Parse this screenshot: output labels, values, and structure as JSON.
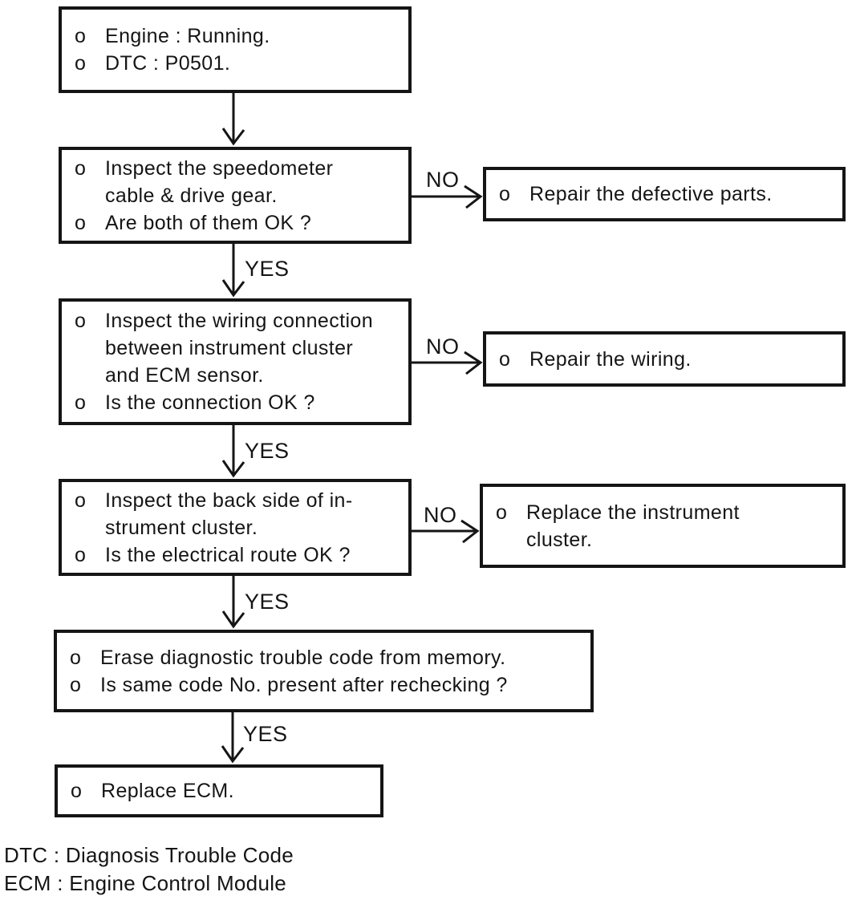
{
  "diagram": {
    "bullet": "o",
    "nodes": {
      "start": {
        "items": [
          {
            "lines": [
              "Engine : Running."
            ]
          },
          {
            "lines": [
              "DTC : P0501."
            ]
          }
        ]
      },
      "check_speedometer": {
        "items": [
          {
            "lines": [
              "Inspect the speedometer",
              "cable & drive gear."
            ]
          },
          {
            "lines": [
              "Are both of them OK ?"
            ]
          }
        ]
      },
      "repair_parts": {
        "items": [
          {
            "lines": [
              "Repair the defective parts."
            ]
          }
        ]
      },
      "check_wiring": {
        "items": [
          {
            "lines": [
              "Inspect the wiring connection",
              "between instrument cluster",
              "and ECM sensor."
            ]
          },
          {
            "lines": [
              "Is the connection OK ?"
            ]
          }
        ]
      },
      "repair_wiring": {
        "items": [
          {
            "lines": [
              "Repair the wiring."
            ]
          }
        ]
      },
      "check_backside": {
        "items": [
          {
            "lines": [
              "Inspect the back side of in-",
              "strument cluster."
            ]
          },
          {
            "lines": [
              "Is the electrical route OK ?"
            ]
          }
        ]
      },
      "replace_cluster": {
        "items": [
          {
            "lines": [
              "Replace the instrument",
              "cluster."
            ]
          }
        ]
      },
      "erase_code": {
        "items": [
          {
            "lines": [
              "Erase diagnostic trouble code from memory."
            ]
          },
          {
            "lines": [
              "Is same code No. present after rechecking ?"
            ]
          }
        ]
      },
      "replace_ecm": {
        "items": [
          {
            "lines": [
              "Replace ECM."
            ]
          }
        ]
      }
    },
    "edges": [
      {
        "from": "start",
        "to": "check_speedometer",
        "label": ""
      },
      {
        "from": "check_speedometer",
        "to": "repair_parts",
        "label": "NO"
      },
      {
        "from": "check_speedometer",
        "to": "check_wiring",
        "label": "YES"
      },
      {
        "from": "check_wiring",
        "to": "repair_wiring",
        "label": "NO"
      },
      {
        "from": "check_wiring",
        "to": "check_backside",
        "label": "YES"
      },
      {
        "from": "check_backside",
        "to": "replace_cluster",
        "label": "NO"
      },
      {
        "from": "check_backside",
        "to": "erase_code",
        "label": "YES"
      },
      {
        "from": "erase_code",
        "to": "replace_ecm",
        "label": "YES"
      }
    ],
    "footer": {
      "line1": "DTC : Diagnosis Trouble Code",
      "line2": "ECM : Engine Control Module"
    }
  }
}
